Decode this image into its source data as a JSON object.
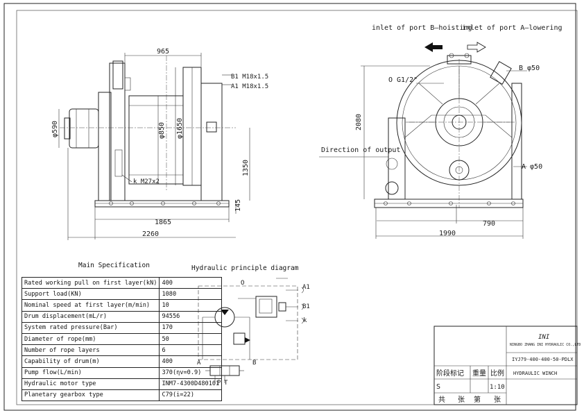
{
  "annotations": {
    "port_b": "inlet of port B—hoisting",
    "port_a": "inlet of port A—lowering",
    "direction": "Direction of output",
    "g12": "O G1/2\"",
    "b50": "B φ50",
    "a50": "A φ50",
    "b1": "B1 M18x1.5",
    "a1": "A1 M18x1.5",
    "k27": "k M27x2"
  },
  "dimensions": {
    "d965": "965",
    "d590": "φ590",
    "d850": "φ850",
    "d1650": "φ1650",
    "d1350": "1350",
    "d145": "145",
    "d1865": "1865",
    "d2260": "2260",
    "d2080": "2080",
    "d1990": "1990",
    "d790": "790"
  },
  "spec": {
    "title": "Main Specification",
    "rows": [
      {
        "label": "Rated working pull on first layer(kN)",
        "value": "400"
      },
      {
        "label": "Support load(KN)",
        "value": "1080"
      },
      {
        "label": "Nominal speed at first layer(m/min)",
        "value": "10"
      },
      {
        "label": "Drum displacement(mL/r)",
        "value": "94556"
      },
      {
        "label": "System rated pressure(Bar)",
        "value": "170"
      },
      {
        "label": "Diameter of rope(mm)",
        "value": "50"
      },
      {
        "label": "Number of rope layers",
        "value": "6"
      },
      {
        "label": "Capability of drum(m)",
        "value": "400"
      },
      {
        "label": "Pump flow(L/min)",
        "value": "370(ηv=0.9)"
      },
      {
        "label": "Hydraulic motor type",
        "value": "INM7-4300D480101"
      },
      {
        "label": "Planetary gearbox type",
        "value": "C79(i=22)"
      }
    ]
  },
  "hydraulic": {
    "title": "Hydraulic principle diagram",
    "labels": {
      "o": "O",
      "a1": "A1",
      "b1": "B1",
      "k": "k",
      "a": "A",
      "b": "B",
      "p": "P",
      "t": "T"
    }
  },
  "title_block": {
    "logo": "INI",
    "company": "NINGBO ZHANG INI HYDRAULIC CO.,LTD",
    "drawing_no": "IYJ79-400-400-50-PDLX",
    "name": "HYDRAULIC WINCH",
    "col1": "阶段标记",
    "col2": "重量",
    "col3": "比例",
    "stage": "S",
    "scale": "1:10",
    "sheet_a": "共",
    "sheet_b": "张",
    "sheet_c": "第",
    "sheet_d": "张"
  }
}
